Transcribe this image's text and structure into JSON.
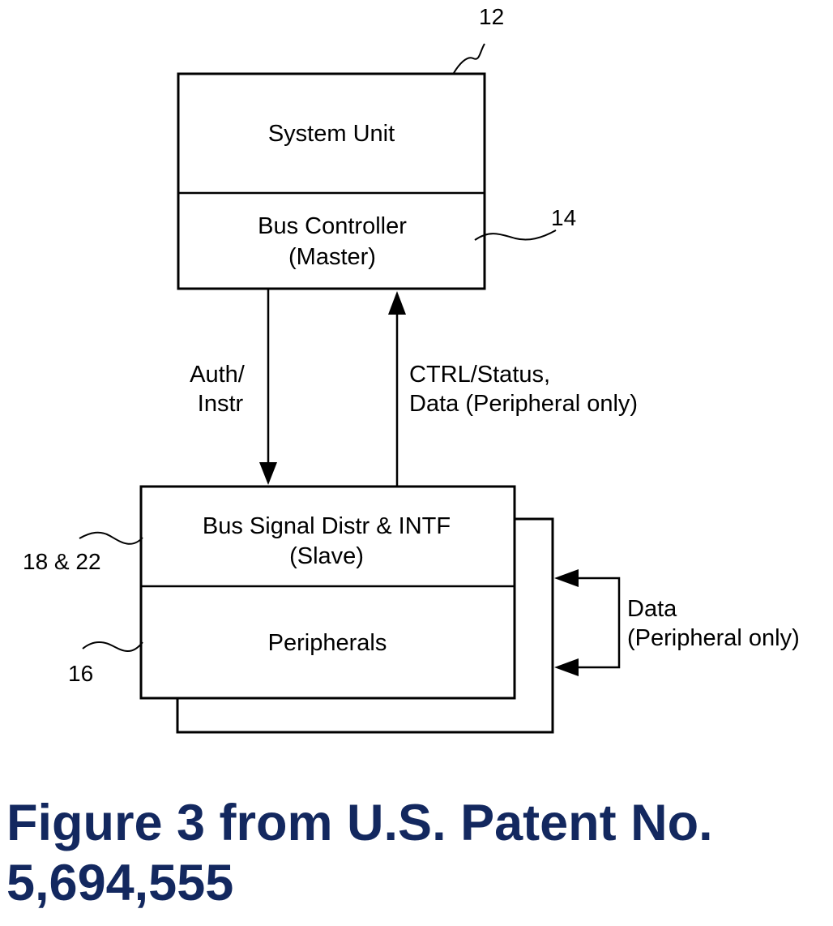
{
  "diagram": {
    "system_unit": "System Unit",
    "bus_controller_line1": "Bus Controller",
    "bus_controller_line2": "(Master)",
    "bus_signal_line1": "Bus Signal Distr & INTF",
    "bus_signal_line2": "(Slave)",
    "peripherals": "Peripherals",
    "auth_line1": "Auth/",
    "auth_line2": "Instr",
    "ctrl_line1": "CTRL/Status,",
    "ctrl_line2": "Data (Peripheral only)",
    "data_line1": "Data",
    "data_line2": "(Peripheral only)",
    "ref_12": "12",
    "ref_14": "14",
    "ref_18_22": "18 & 22",
    "ref_16": "16"
  },
  "caption": {
    "line1": "Figure 3 from U.S. Patent No.",
    "line2": "5,694,555"
  }
}
